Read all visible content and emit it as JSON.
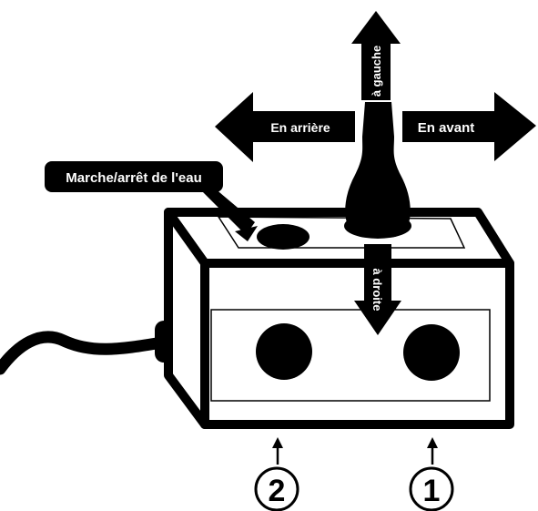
{
  "labels": {
    "water_toggle": "Marche/arrêt de l'eau",
    "arrow_back": "En arrière",
    "arrow_forward": "En avant",
    "arrow_left": "à gauche",
    "arrow_right": "à droite"
  },
  "ports": {
    "port_1": "1",
    "port_2": "2"
  },
  "colors": {
    "ink": "#000000",
    "background": "#ffffff"
  }
}
